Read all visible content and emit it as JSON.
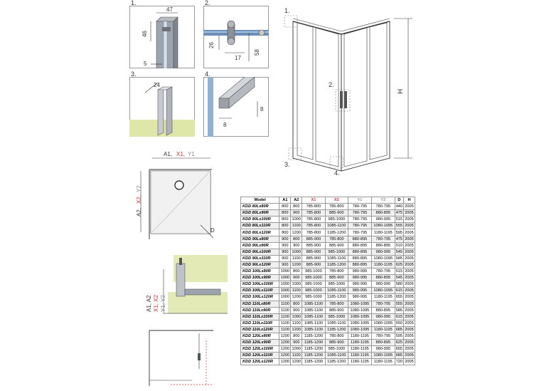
{
  "details": [
    {
      "num": "1.",
      "dims": [
        "47",
        "46",
        "5"
      ]
    },
    {
      "num": "2.",
      "dims": [
        "26",
        "17",
        "58"
      ]
    },
    {
      "num": "3.",
      "dims": [
        "24"
      ]
    },
    {
      "num": "4.",
      "dims": [
        "8",
        "8"
      ]
    }
  ],
  "enclosure": {
    "callouts": [
      "1.",
      "2.",
      "3.",
      "4."
    ],
    "height_label": "H"
  },
  "plan": {
    "top_label": {
      "a": "A1,",
      "x": "X1,",
      "y": "Y1"
    },
    "side_label": {
      "a": "A2,",
      "x": "X2,",
      "y": "Y2"
    },
    "diag_label": "D"
  },
  "section": {
    "label": {
      "a": "A1, A2",
      "x": "X1, X2",
      "y": "Y1, Y2"
    }
  },
  "table": {
    "headers": [
      "Model",
      "A1",
      "A2",
      "X1",
      "X2",
      "Y1",
      "Y2",
      "D",
      "H"
    ],
    "rows": [
      [
        "KDD 80Lx80R",
        "800",
        "800",
        "785-800",
        "785-800",
        "780-795",
        "780-795",
        "440",
        "2005"
      ],
      [
        "KDD 80Lx90R",
        "800",
        "900",
        "785-800",
        "885-900",
        "780-795",
        "880-895",
        "475",
        "2005"
      ],
      [
        "KDD 80Lx100R",
        "800",
        "1000",
        "785-800",
        "985-1000",
        "780-795",
        "980-995",
        "515",
        "2005"
      ],
      [
        "KDD 80Lx110R",
        "800",
        "1100",
        "785-800",
        "1085-1100",
        "780-795",
        "1080-1095",
        "555",
        "2005"
      ],
      [
        "KDD 80Lx120R",
        "800",
        "1200",
        "785-800",
        "1185-1200",
        "780-795",
        "1180-1195",
        "595",
        "2005"
      ],
      [
        "KDD 90Lx80R",
        "900",
        "800",
        "885-900",
        "785-800",
        "880-895",
        "780-795",
        "475",
        "2005"
      ],
      [
        "KDD 90Lx90R",
        "900",
        "900",
        "885-900",
        "885-900",
        "880-895",
        "880-895",
        "510",
        "2005"
      ],
      [
        "KDD 90Lx100R",
        "900",
        "1000",
        "885-900",
        "985-1000",
        "880-895",
        "980-995",
        "545",
        "2005"
      ],
      [
        "KDD 90Lx110R",
        "900",
        "1100",
        "885-900",
        "1085-1100",
        "880-895",
        "1080-1095",
        "585",
        "2005"
      ],
      [
        "KDD 90Lx120R",
        "900",
        "1200",
        "885-900",
        "1185-1200",
        "880-895",
        "1180-1195",
        "625",
        "2005"
      ],
      [
        "KDD 100Lx80R",
        "1000",
        "800",
        "985-1000",
        "785-800",
        "980-995",
        "780-795",
        "515",
        "2005"
      ],
      [
        "KDD 100Lx90R",
        "1000",
        "900",
        "985-1000",
        "885-900",
        "980-995",
        "880-895",
        "545",
        "2005"
      ],
      [
        "KDD 100Lx100R",
        "1000",
        "1000",
        "985-1000",
        "985-1000",
        "980-995",
        "980-995",
        "580",
        "2005"
      ],
      [
        "KDD 100Lx110R",
        "1000",
        "1100",
        "985-1000",
        "1085-1100",
        "980-995",
        "1080-1095",
        "615",
        "2005"
      ],
      [
        "KDD 100Lx120R",
        "1000",
        "1200",
        "985-1000",
        "1185-1200",
        "980-995",
        "1180-1195",
        "655",
        "2005"
      ],
      [
        "KDD 110Lx80R",
        "1100",
        "800",
        "1085-1100",
        "785-800",
        "1080-1095",
        "780-795",
        "555",
        "2005"
      ],
      [
        "KDD 110Lx90R",
        "1100",
        "900",
        "1085-1100",
        "885-900",
        "1080-1095",
        "880-895",
        "585",
        "2005"
      ],
      [
        "KDD 110Lx100R",
        "1100",
        "1000",
        "1085-1100",
        "985-1000",
        "1080-1095",
        "980-995",
        "615",
        "2005"
      ],
      [
        "KDD 110Lx110R",
        "1100",
        "1100",
        "1085-1100",
        "1085-1100",
        "1080-1095",
        "1080-1095",
        "650",
        "2005"
      ],
      [
        "KDD 110Lx120R",
        "1100",
        "1200",
        "1085-1100",
        "1185-1200",
        "1080-1095",
        "1180-1195",
        "685",
        "2005"
      ],
      [
        "KDD 120Lx80R",
        "1200",
        "800",
        "1185-1200",
        "785-800",
        "1180-1195",
        "780-795",
        "595",
        "2005"
      ],
      [
        "KDD 120Lx90R",
        "1200",
        "900",
        "1185-1200",
        "885-900",
        "1180-1195",
        "880-895",
        "625",
        "2005"
      ],
      [
        "KDD 120Lx100R",
        "1200",
        "1000",
        "1185-1200",
        "985-1000",
        "1180-1195",
        "980-995",
        "655",
        "2005"
      ],
      [
        "KDD 120Lx110R",
        "1200",
        "1100",
        "1185-1200",
        "1085-1100",
        "1180-1195",
        "1080-1095",
        "685",
        "2005"
      ],
      [
        "KDD 120Lx120R",
        "1200",
        "1200",
        "1185-1200",
        "1185-1200",
        "1180-1195",
        "1180-1195",
        "720",
        "2005"
      ]
    ]
  }
}
